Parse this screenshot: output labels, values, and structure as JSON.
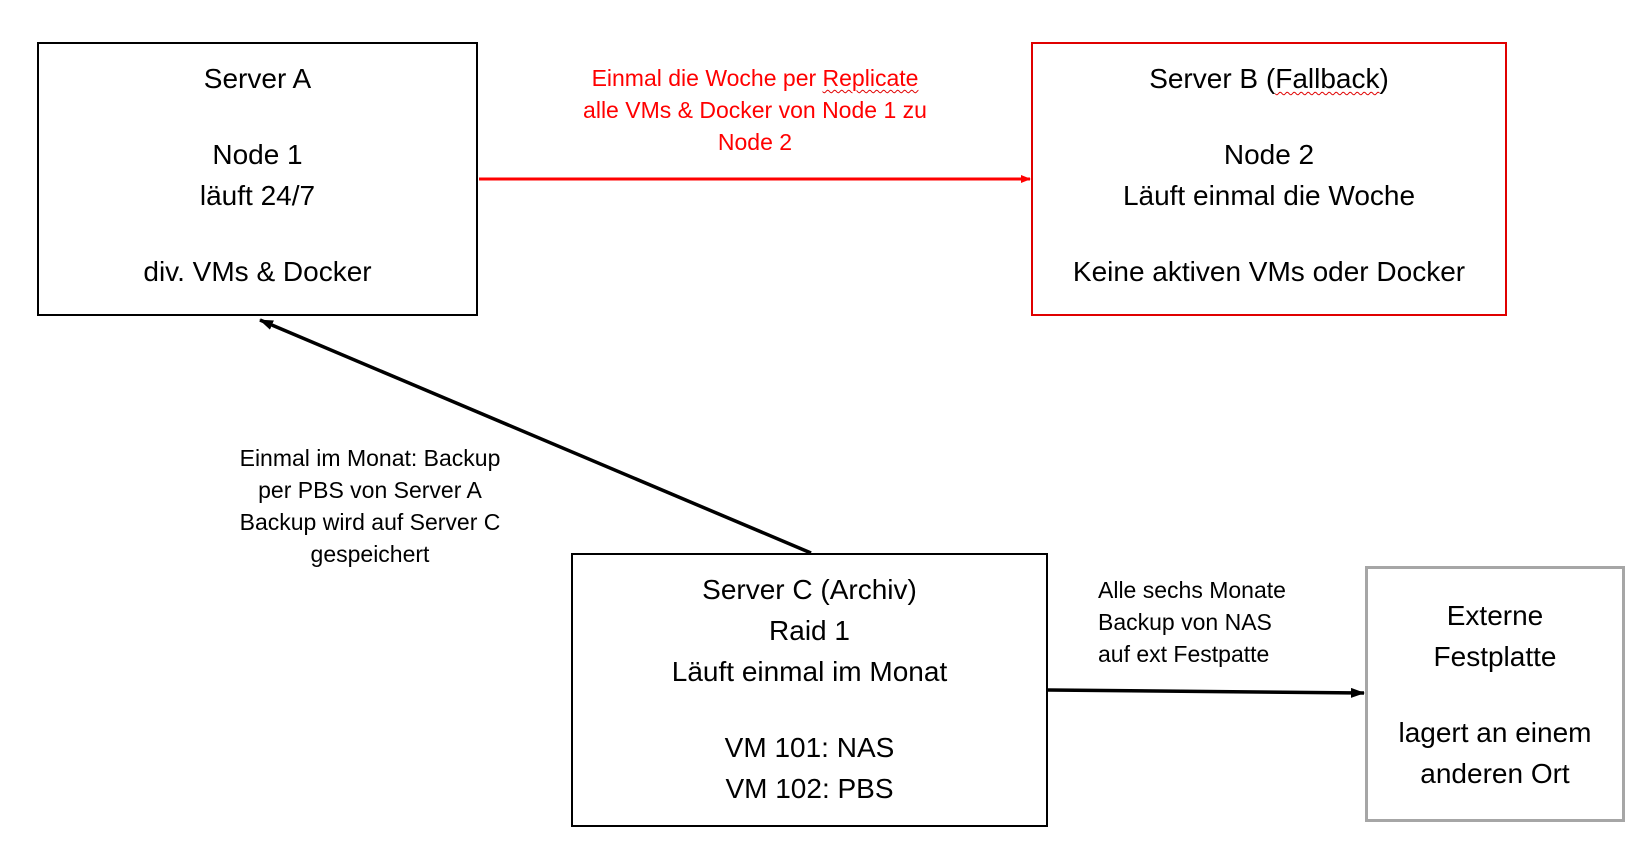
{
  "server_a": {
    "title": "Server A",
    "line1": "Node 1",
    "line2": "läuft 24/7",
    "line3": "div. VMs & Docker"
  },
  "server_b": {
    "title_prefix": "Server B (",
    "title_word": "Fallback",
    "title_suffix": ")",
    "line1": "Node 2",
    "line2": "Läuft einmal die Woche",
    "line3": "Keine aktiven VMs oder Docker"
  },
  "server_c": {
    "title": "Server C (Archiv)",
    "line1": "Raid 1",
    "line2": "Läuft einmal im Monat",
    "line3": "VM 101: NAS",
    "line4": "VM 102: PBS"
  },
  "external_drive": {
    "line1": "Externe",
    "line2": "Festplatte",
    "line3": "lagert an einem",
    "line4": "anderen Ort"
  },
  "labels": {
    "replicate": {
      "line1_prefix": "Einmal die Woche per ",
      "line1_word": "Replicate",
      "line2": "alle VMs & Docker von Node 1 zu",
      "line3": "Node 2"
    },
    "pbs": {
      "line1": "Einmal im Monat: Backup",
      "line2": "per PBS von Server A",
      "line3": "Backup wird auf Server C",
      "line4": "gespeichert"
    },
    "six_months": {
      "line1": "Alle sechs Monate",
      "line2": "Backup von NAS",
      "line3": "auf ext Festpatte"
    }
  },
  "colors": {
    "replicate_arrow": "#ff0000",
    "server_b_border": "#e00000",
    "external_drive_border": "#a6a6a6",
    "default_arrow": "#000000"
  }
}
